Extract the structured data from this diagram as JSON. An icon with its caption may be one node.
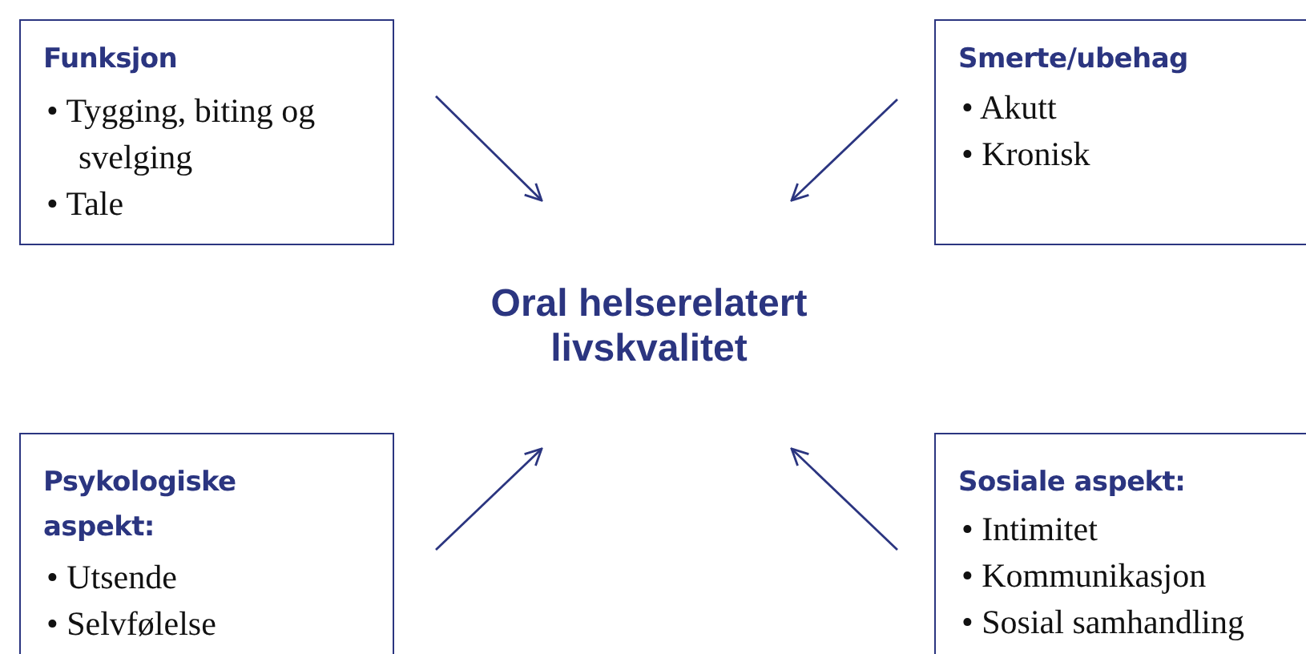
{
  "diagram": {
    "nodes": [
      {
        "text": [
          "Funksjon",
          "• Tygging, biting og svelging",
          "• Tale"
        ]
      },
      {
        "text": [
          "Smerte/ubehag",
          "• Akutt",
          "• Kronisk"
        ]
      },
      {
        "text": [
          "Oral helserelatert livskvalitet"
        ]
      },
      {
        "text": [
          "Psykologiske aspekt:",
          "• Utsende",
          "• Selvfølelse"
        ]
      },
      {
        "text": [
          "Sosiale aspekt:",
          "• Intimitet",
          "• Kommunikasjon",
          "• Sosial samhandling"
        ]
      }
    ],
    "edges": [
      {
        "from": 0,
        "to": 2,
        "arrow": "to"
      },
      {
        "from": 1,
        "to": 2,
        "arrow": "to"
      },
      {
        "from": 3,
        "to": 2,
        "arrow": "to"
      },
      {
        "from": 4,
        "to": 2,
        "arrow": "to"
      }
    ]
  }
}
